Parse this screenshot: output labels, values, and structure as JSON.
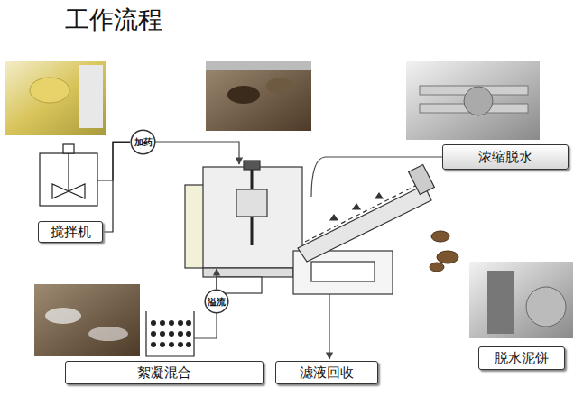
{
  "diagram": {
    "title": "工作流程",
    "nodes": [
      {
        "text": [
          "加药"
        ]
      },
      {
        "text": [
          "浓缩脱水"
        ]
      },
      {
        "text": [
          "搅拌机"
        ]
      },
      {
        "text": [
          "溢流"
        ]
      },
      {
        "text": [
          "脱水泥饼"
        ]
      },
      {
        "text": [
          "絮凝混合"
        ]
      },
      {
        "text": [
          "滤液回收"
        ]
      }
    ],
    "edges": [
      {
        "from": 2,
        "to": 0,
        "arrow": "none"
      }
    ]
  }
}
